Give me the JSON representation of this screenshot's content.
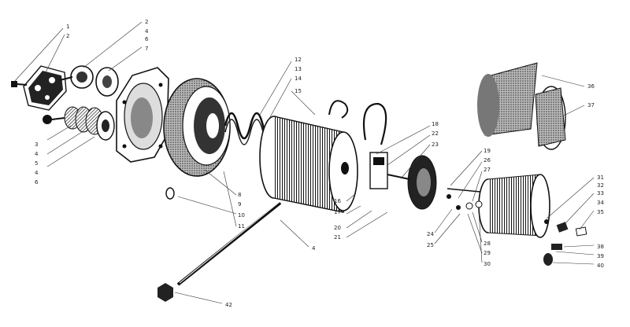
{
  "labels": [
    "1",
    "2",
    "3",
    "4",
    "5",
    "6",
    "7",
    "8",
    "9",
    "10",
    "11",
    "12",
    "13",
    "14",
    "15",
    "16",
    "17",
    "18",
    "19",
    "20",
    "21",
    "22",
    "23",
    "24",
    "25",
    "26",
    "27",
    "28",
    "29",
    "30",
    "31",
    "32",
    "33",
    "34",
    "35",
    "36",
    "37",
    "38",
    "39",
    "40",
    "42"
  ],
  "labels_dup": [
    "3",
    "4",
    "5",
    "4",
    "6"
  ],
  "colors": {
    "ink": "#111111",
    "mid": "#555555",
    "light": "#999999",
    "paper": "#ffffff"
  }
}
